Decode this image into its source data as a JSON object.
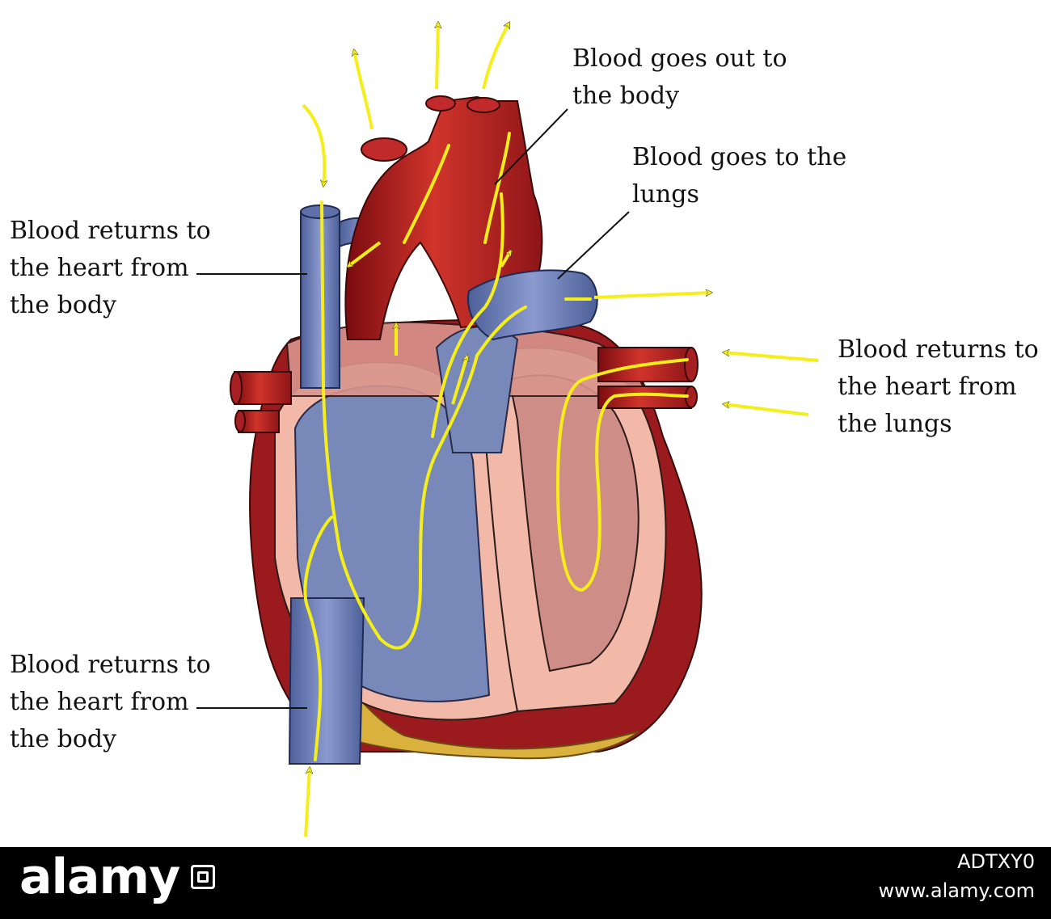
{
  "labels": {
    "out_body": [
      "Blood goes out to",
      "the body"
    ],
    "lungs_out": [
      "Blood goes to the",
      "lungs"
    ],
    "return_top": [
      "Blood returns to",
      "the heart from",
      "the body"
    ],
    "return_lungs": [
      "Blood returns to",
      "the heart from",
      "the lungs"
    ],
    "return_bottom": [
      "Blood returns to",
      "the heart from",
      "the body"
    ]
  },
  "footer": {
    "brand": "alamy",
    "image_code": "ADTXY0",
    "url": "www.alamy.com"
  },
  "colors": {
    "artery_red": "#c1272d",
    "vein_blue": "#7888b8",
    "chamber_pink": "#f2b8a8",
    "flow_yellow": "#f5ee1a",
    "fat_yellow": "#d9b13c"
  }
}
